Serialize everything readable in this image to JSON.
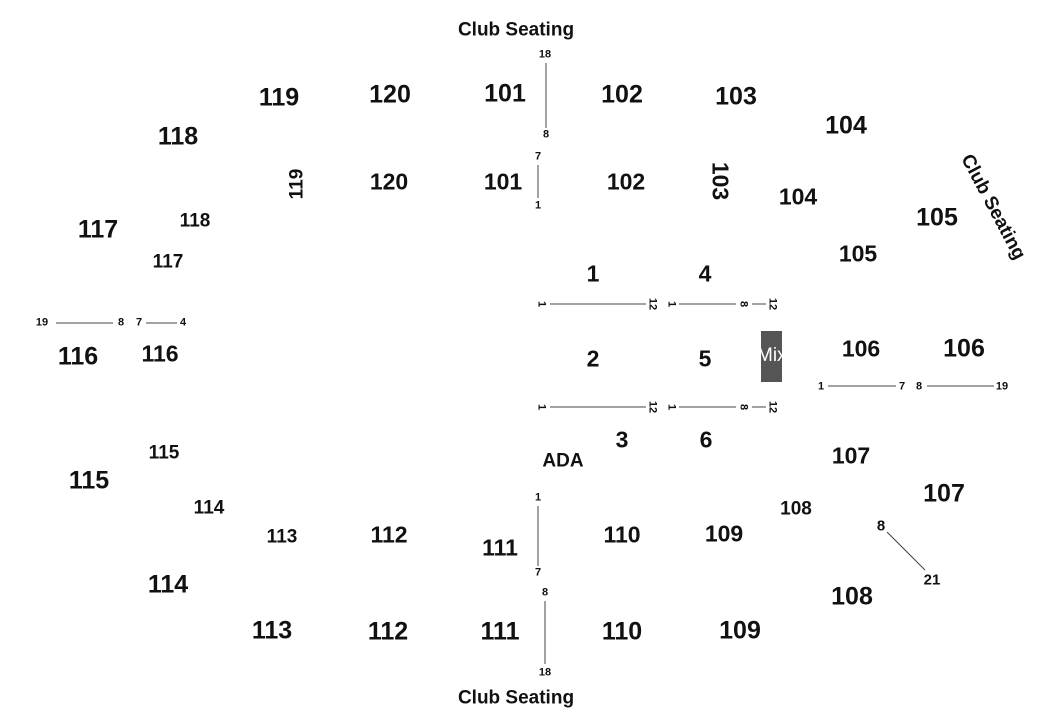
{
  "title_top": "Club Seating",
  "title_bottom": "Club Seating",
  "title_right": "Club Seating",
  "ada": "ADA",
  "mix": "Mix",
  "outer_sections": {
    "s119": "119",
    "s120": "120",
    "s101": "101",
    "s102": "102",
    "s103": "103",
    "s104": "104",
    "s105": "105",
    "s106": "106",
    "s107": "107",
    "s108": "108",
    "s109": "109",
    "s110": "110",
    "s111": "111",
    "s112": "112",
    "s113": "113",
    "s114": "114",
    "s115": "115",
    "s116": "116",
    "s117": "117",
    "s118": "118"
  },
  "inner_sections": {
    "s119": "119",
    "s120": "120",
    "s101": "101",
    "s102": "102",
    "s103": "103",
    "s104": "104",
    "s105": "105",
    "s106": "106",
    "s107": "107",
    "s108": "108",
    "s109": "109",
    "s110": "110",
    "s111": "111",
    "s112": "112",
    "s113": "113",
    "s114": "114",
    "s115": "115",
    "s116": "116",
    "s117": "117",
    "s118": "118"
  },
  "floor_sections": {
    "f1": "1",
    "f2": "2",
    "f3": "3",
    "f4": "4",
    "f5": "5",
    "f6": "6"
  },
  "row_labels": {
    "top_club_a": "18",
    "top_club_b": "8",
    "top_inner_a": "7",
    "top_inner_b": "1",
    "bot_inner_a": "1",
    "bot_inner_b": "7",
    "bot_club_a": "8",
    "bot_club_b": "18",
    "left_a": "19",
    "left_b": "8",
    "left_c": "7",
    "left_d": "4",
    "right_a": "1",
    "right_b": "7",
    "right_c": "8",
    "right_d": "19",
    "diag_a": "8",
    "diag_b": "21",
    "fl_r1_a": "1",
    "fl_r1_b": "12",
    "fl_r1_c": "1",
    "fl_r1_d": "8",
    "fl_r1_e": "12",
    "fl_r2_a": "1",
    "fl_r2_b": "12",
    "fl_r2_c": "1",
    "fl_r2_d": "8",
    "fl_r2_e": "12"
  }
}
